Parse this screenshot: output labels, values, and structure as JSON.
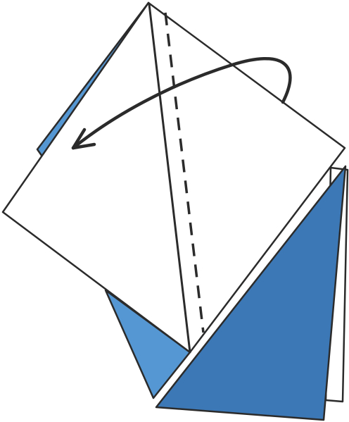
{
  "diagram": {
    "type": "origami-fold-instruction",
    "colors": {
      "paper_front": "#ffffff",
      "paper_back_light": "#5597d3",
      "paper_back_dark": "#3c78b6",
      "outline": "#2b2b2b",
      "arrow": "#2b2b2b"
    },
    "elements": {
      "front_square": {
        "color_key": "paper_front"
      },
      "left_edge_strip": {
        "color_key": "paper_back_light"
      },
      "lower_left_flap": {
        "color_key": "paper_back_light"
      },
      "lower_right_flap": {
        "color_key": "paper_back_dark"
      },
      "right_back_sheet": {
        "color_key": "paper_front"
      },
      "valley_fold_line": {
        "style": "dashed"
      },
      "crease_line": {
        "style": "solid"
      },
      "fold_arrow": {
        "direction": "right-to-left",
        "style": "curved"
      }
    }
  }
}
